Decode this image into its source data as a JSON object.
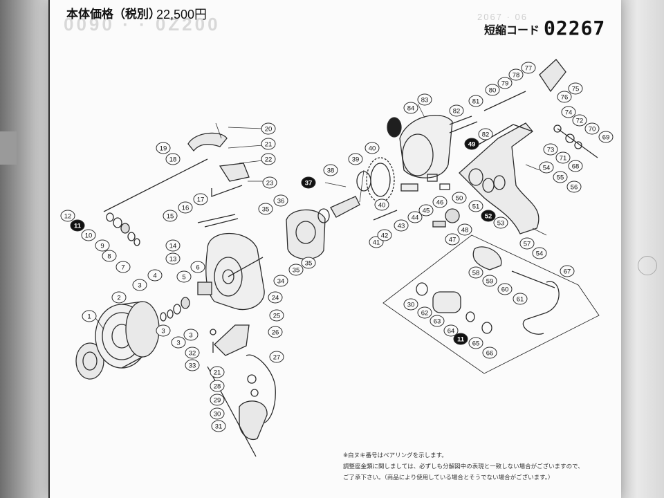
{
  "header": {
    "price_title": "本体価格（税別）",
    "price_value": "22,500円",
    "code_label": "短縮コード",
    "code_value": "02267"
  },
  "parts": [
    {
      "n": "1"
    },
    {
      "n": "2"
    },
    {
      "n": "3"
    },
    {
      "n": "3"
    },
    {
      "n": "3"
    },
    {
      "n": "3"
    },
    {
      "n": "4"
    },
    {
      "n": "5"
    },
    {
      "n": "6"
    },
    {
      "n": "7"
    },
    {
      "n": "8"
    },
    {
      "n": "9"
    },
    {
      "n": "10"
    },
    {
      "n": "11",
      "bearing": true
    },
    {
      "n": "12"
    },
    {
      "n": "13"
    },
    {
      "n": "14"
    },
    {
      "n": "15"
    },
    {
      "n": "16"
    },
    {
      "n": "17"
    },
    {
      "n": "18"
    },
    {
      "n": "19"
    },
    {
      "n": "20"
    },
    {
      "n": "21"
    },
    {
      "n": "21"
    },
    {
      "n": "22"
    },
    {
      "n": "23"
    },
    {
      "n": "24"
    },
    {
      "n": "25"
    },
    {
      "n": "26"
    },
    {
      "n": "27"
    },
    {
      "n": "28"
    },
    {
      "n": "29"
    },
    {
      "n": "30"
    },
    {
      "n": "30"
    },
    {
      "n": "31"
    },
    {
      "n": "32"
    },
    {
      "n": "33"
    },
    {
      "n": "34"
    },
    {
      "n": "35"
    },
    {
      "n": "35"
    },
    {
      "n": "35"
    },
    {
      "n": "36"
    },
    {
      "n": "37",
      "bearing": true
    },
    {
      "n": "38"
    },
    {
      "n": "39"
    },
    {
      "n": "40"
    },
    {
      "n": "40"
    },
    {
      "n": "41"
    },
    {
      "n": "42"
    },
    {
      "n": "43"
    },
    {
      "n": "44"
    },
    {
      "n": "45"
    },
    {
      "n": "46"
    },
    {
      "n": "47"
    },
    {
      "n": "48"
    },
    {
      "n": "49",
      "bearing": true
    },
    {
      "n": "50"
    },
    {
      "n": "51"
    },
    {
      "n": "52",
      "bearing": true
    },
    {
      "n": "53"
    },
    {
      "n": "54"
    },
    {
      "n": "54"
    },
    {
      "n": "55"
    },
    {
      "n": "56"
    },
    {
      "n": "57"
    },
    {
      "n": "58"
    },
    {
      "n": "59"
    },
    {
      "n": "60"
    },
    {
      "n": "61"
    },
    {
      "n": "62"
    },
    {
      "n": "63"
    },
    {
      "n": "64"
    },
    {
      "n": "11",
      "bearing": true
    },
    {
      "n": "65"
    },
    {
      "n": "66"
    },
    {
      "n": "67"
    },
    {
      "n": "68"
    },
    {
      "n": "69"
    },
    {
      "n": "70"
    },
    {
      "n": "71"
    },
    {
      "n": "72"
    },
    {
      "n": "73"
    },
    {
      "n": "74"
    },
    {
      "n": "75"
    },
    {
      "n": "76"
    },
    {
      "n": "77"
    },
    {
      "n": "78"
    },
    {
      "n": "79"
    },
    {
      "n": "80"
    },
    {
      "n": "81"
    },
    {
      "n": "82"
    },
    {
      "n": "82"
    },
    {
      "n": "83"
    },
    {
      "n": "84"
    }
  ],
  "notes": {
    "line1": "※白ヌキ番号はベアリングを示します。",
    "line2": "調整座金類に関しましては、必ずしも分解図中の表現と一致しない場合がございますので、",
    "line3": "ご了承下さい。（商品により使用している場合とそうでない場合がございます。）"
  },
  "colors": {
    "ink": "#2a2a2a",
    "bearing_fill": "#111111",
    "paper": "#fbfbfb"
  }
}
